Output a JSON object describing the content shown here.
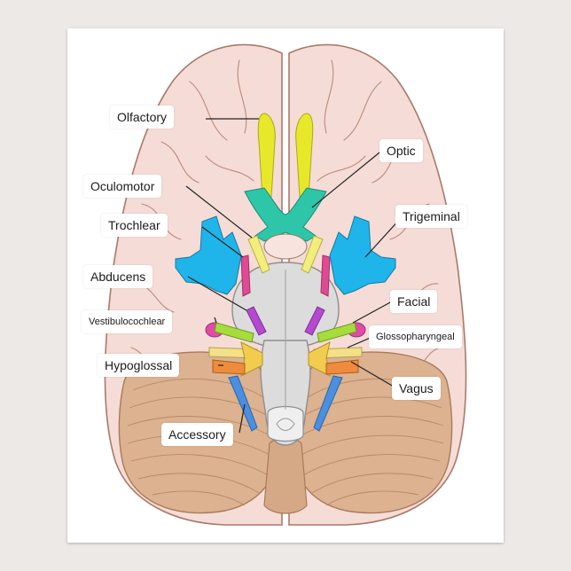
{
  "diagram": {
    "labels": {
      "olfactory": "Olfactory",
      "optic": "Optic",
      "oculomotor": "Oculomotor",
      "trochlear": "Trochlear",
      "trigeminal": "Trigeminal",
      "abducens": "Abducens",
      "facial": "Facial",
      "vestibulocochlear": "Vestibulocochlear",
      "glossopharyngeal": "Glossopharyngeal",
      "hypoglossal": "Hypoglossal",
      "vagus": "Vagus",
      "accessory": "Accessory"
    },
    "colors": {
      "background": "#ece9e7",
      "cerebrum": "#f6dcd6",
      "cerebrum_outline": "#a87a6a",
      "cerebellum": "#dcb290",
      "brainstem": "#dcdcdc",
      "olfactory": "#e8e82a",
      "optic": "#2dc6a8",
      "oculomotor": "#f2ee7c",
      "trochlear": "#e04a94",
      "trigeminal": "#1fb5ea",
      "abducens": "#b54ad1",
      "facial": "#a6dc3c",
      "vestibulocochlear": "#e14aa6",
      "glossopharyngeal": "#f5e08a",
      "vagus": "#f2cc4e",
      "accessory": "#4a8fe0",
      "hypoglossal": "#ee8c3c",
      "leader_line": "#222222"
    }
  }
}
